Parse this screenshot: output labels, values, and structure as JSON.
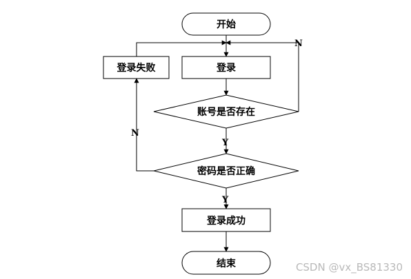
{
  "nodes": {
    "start": "开始",
    "login": "登录",
    "login_failed": "登录失败",
    "account_exists": "账号是否存在",
    "password_correct": "密码是否正确",
    "login_success": "登录成功",
    "end": "结束"
  },
  "edge_labels": {
    "account_no": "N",
    "account_yes": "Y",
    "password_no": "N",
    "password_yes": "Y"
  },
  "watermark": "CSDN @vx_BS81330"
}
